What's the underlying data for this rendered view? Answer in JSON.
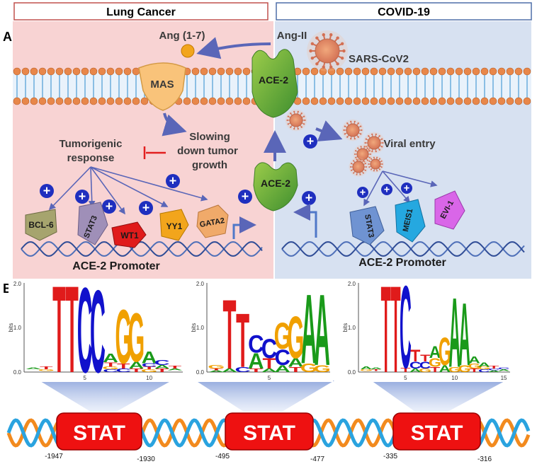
{
  "panels": {
    "left_title": "Lung Cancer",
    "right_title": "COVID-19",
    "label_a": "A",
    "label_b": "B"
  },
  "panel_a": {
    "ang17": "Ang (1-7)",
    "angII": "Ang-II",
    "sars": "SARS-CoV2",
    "mas": "MAS",
    "ace2_membrane": "ACE-2",
    "ace2_free": "ACE-2",
    "slowing": [
      "Slowing",
      "down tumor",
      "growth"
    ],
    "tumorigenic": [
      "Tumorigenic",
      "response"
    ],
    "viral_entry": "Viral entry",
    "left_factors": [
      "BCL-6",
      "STAT3",
      "WT1",
      "YY1",
      "GATA2"
    ],
    "right_factors": [
      "STAT3",
      "MEIS1",
      "EVI-1"
    ],
    "left_promoter": "ACE-2 Promoter",
    "right_promoter": "ACE-2 Promoter",
    "plus": "+"
  },
  "panel_b": {
    "axis_label": "bits",
    "logos": [
      {
        "ymax": "2.0",
        "ymid": "1.0",
        "ymin": "0.0",
        "xticks": [
          "5",
          "10"
        ]
      },
      {
        "ymax": "2.0",
        "ymid": "1.0",
        "ymin": "0.0",
        "xticks": [
          "5"
        ]
      },
      {
        "ymax": "2.0",
        "ymid": "1.0",
        "ymin": "0.0",
        "xticks": [
          "5",
          "10",
          "15"
        ]
      }
    ],
    "sites": [
      {
        "label": "STAT",
        "start": "-1947",
        "end": "-1930"
      },
      {
        "label": "STAT",
        "start": "-495",
        "end": "-477"
      },
      {
        "label": "STAT",
        "start": "-335",
        "end": "-316"
      }
    ]
  },
  "colors": {
    "left_bg": "#f8d3d3",
    "right_bg": "#d7e1f1",
    "left_border": "#c0504d",
    "right_border": "#4f6fa8",
    "stat_red": "#ee1111",
    "plus_blue": "#1f2fbf",
    "logo_T": "#e01b1b",
    "logo_C": "#1111cc",
    "logo_G": "#f0a000",
    "logo_A": "#1a9a1a"
  }
}
